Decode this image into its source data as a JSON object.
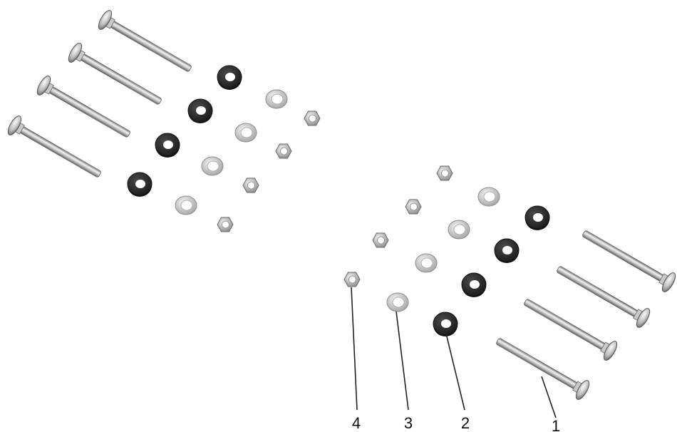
{
  "callouts": {
    "bolt": "1",
    "rubber_spacer": "2",
    "flat_washer": "3",
    "hex_nut": "4"
  },
  "colors": {
    "metal_light": "#e9e9e9",
    "metal_mid": "#b9b9b9",
    "metal_dark": "#7a7a7a",
    "rubber": "#2b2b2b",
    "rubber_hole": "#ffffff",
    "ink": "#111111"
  },
  "parts": {
    "bolt_icon": "carriage-bolt-icon",
    "spacer_icon": "rubber-spacer-icon",
    "washer_icon": "flat-washer-icon",
    "nut_icon": "hex-nut-icon"
  }
}
